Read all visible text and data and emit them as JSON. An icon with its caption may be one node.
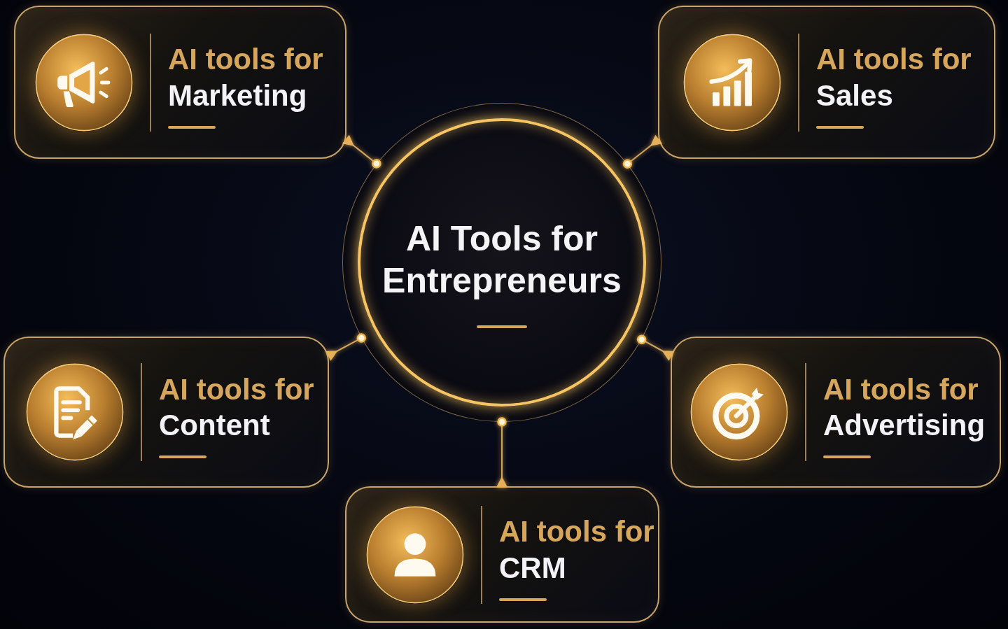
{
  "diagram": {
    "nodes": [
      {
        "text": [
          "AI tools for",
          "Marketing"
        ]
      },
      {
        "text": [
          "AI tools for",
          "Sales"
        ]
      },
      {
        "text": [
          "AI Tools for Entrepreneurs"
        ]
      },
      {
        "text": [
          "AI tools for",
          "Content"
        ]
      },
      {
        "text": [
          "AI tools for",
          "Advertising"
        ]
      },
      {
        "text": [
          "AI tools for",
          "CRM"
        ]
      }
    ],
    "edges": [
      {
        "from": 2,
        "to": 0,
        "arrow": "other"
      },
      {
        "from": 2,
        "to": 1,
        "arrow": "other"
      },
      {
        "from": 2,
        "to": 3,
        "arrow": "other"
      },
      {
        "from": 2,
        "to": 4,
        "arrow": "other"
      },
      {
        "from": 2,
        "to": 5,
        "arrow": "other"
      }
    ]
  }
}
